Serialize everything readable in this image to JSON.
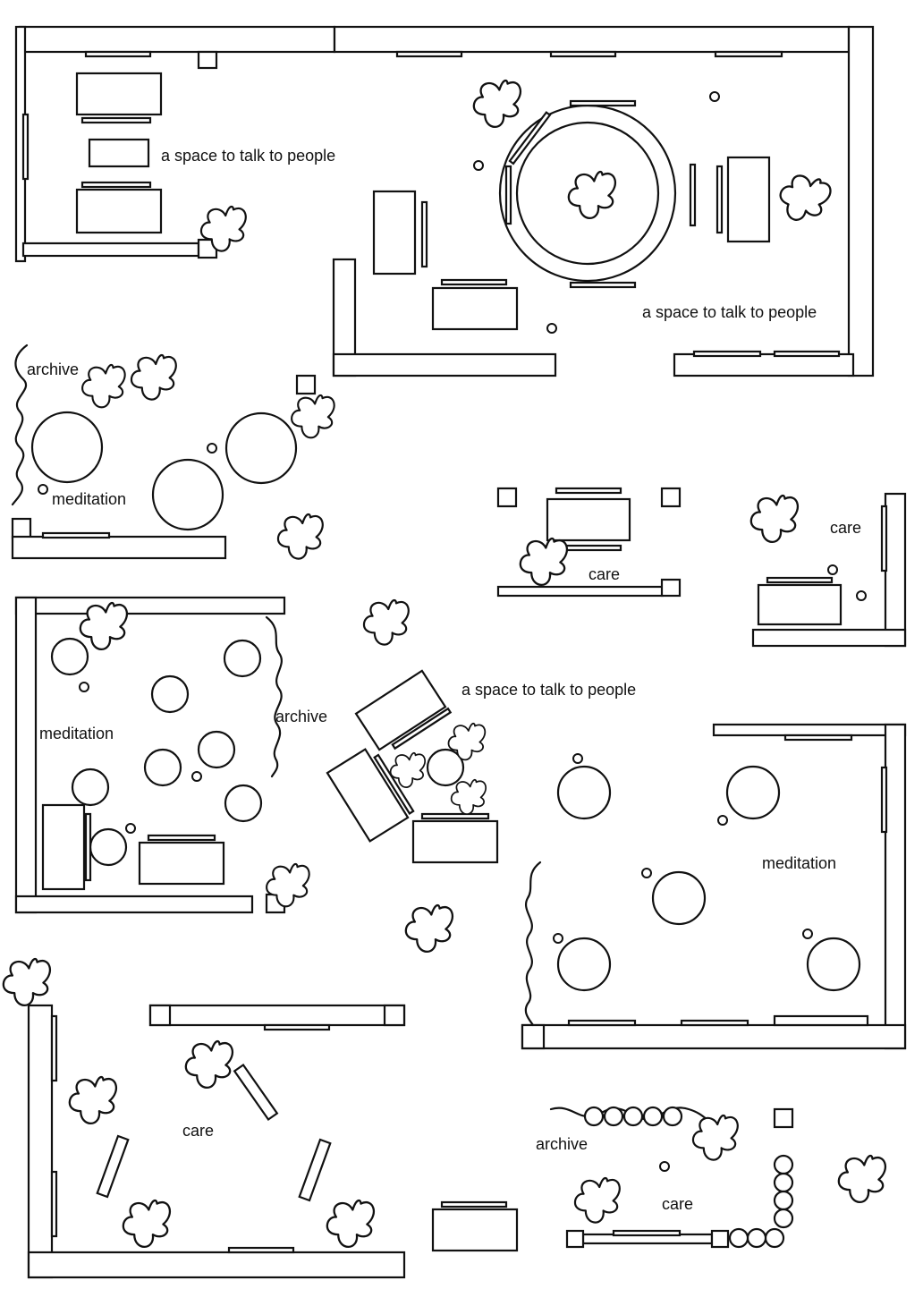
{
  "labels": {
    "talk_1": "a space to talk to people",
    "talk_2": "a space to talk to people",
    "talk_3": "a space to talk to people",
    "archive_1": "archive",
    "archive_2": "archive",
    "archive_3": "archive",
    "meditation_1": "meditation",
    "meditation_2": "meditation",
    "meditation_3": "meditation",
    "care_1": "care",
    "care_2": "care",
    "care_3": "care",
    "care_4": "care"
  },
  "colors": {
    "stroke": "#111111",
    "fill": "#ffffff"
  },
  "icons": {
    "plant": "plant-icon"
  }
}
